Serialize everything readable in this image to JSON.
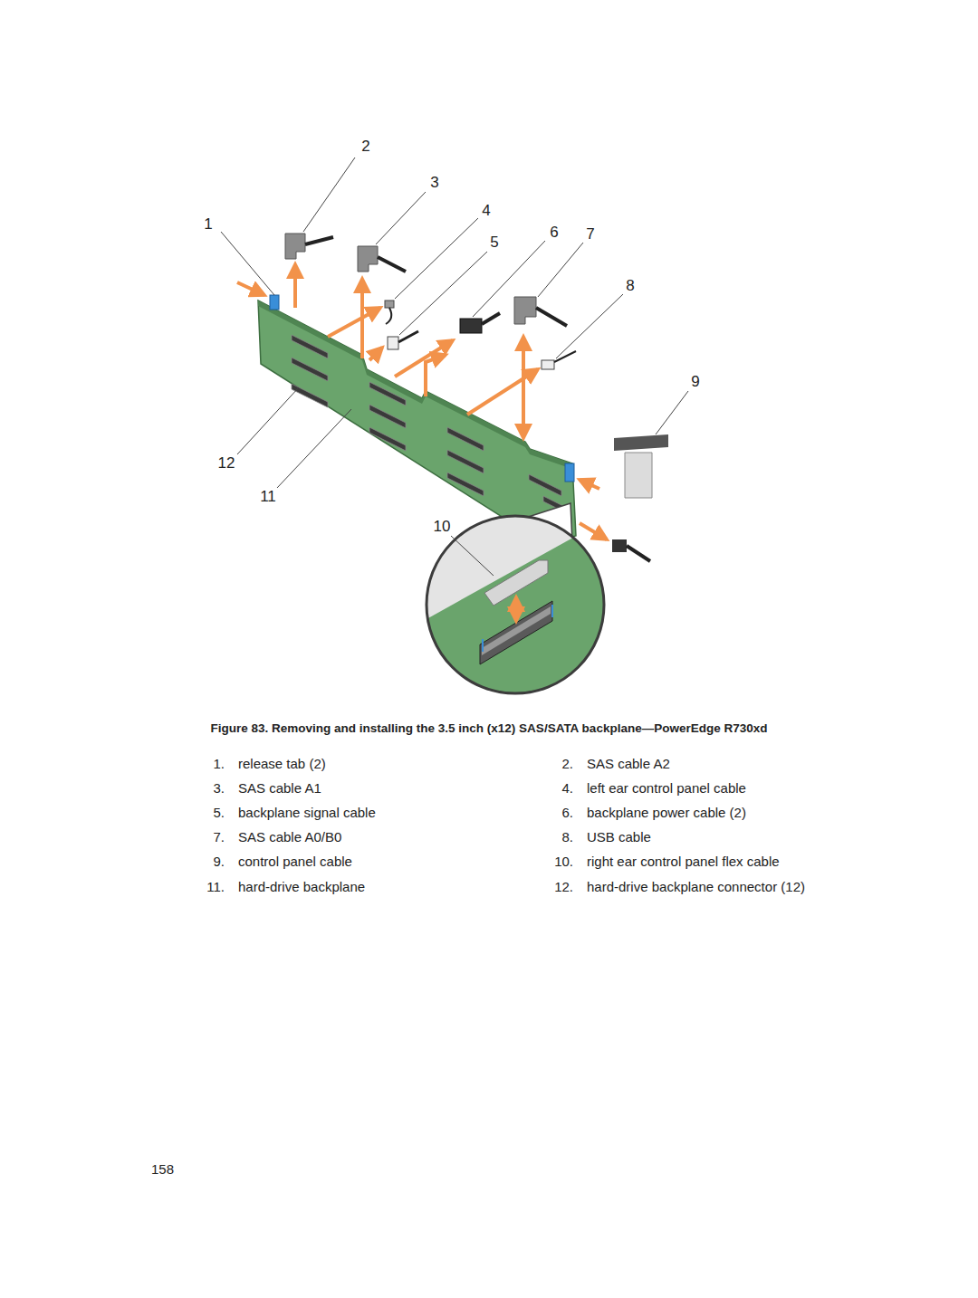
{
  "diagram": {
    "caption": "Figure 83. Removing and installing the 3.5 inch (x12) SAS/SATA backplane—PowerEdge R730xd",
    "labels": [
      "2",
      "3",
      "1",
      "4",
      "5",
      "6",
      "7",
      "8",
      "9",
      "12",
      "11",
      "10",
      "1.",
      "release tab (2)",
      "2.",
      "SAS cable A2",
      "3.",
      "SAS cable A1",
      "4.",
      "left ear control panel cable",
      "5.",
      "backplane signal cable",
      "6.",
      "backplane power cable (2)",
      "7.",
      "SAS cable A0/B0",
      "8.",
      "USB cable",
      "9.",
      "control panel cable",
      "10.",
      "right ear control panel flex cable",
      "11.",
      "hard-drive backplane",
      "12.",
      "hard-drive backplane connector (12)",
      "158"
    ]
  }
}
